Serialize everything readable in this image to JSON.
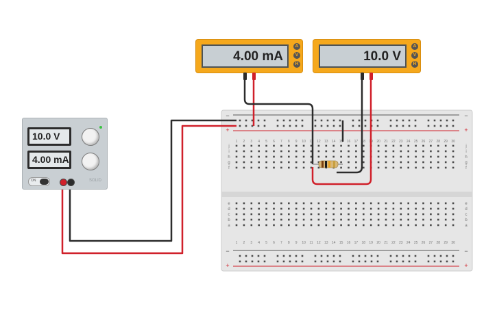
{
  "power_supply": {
    "voltage_display": "10.0 V",
    "current_display": "4.00 mA",
    "switch_label": "ON",
    "brand": "SOLID"
  },
  "ammeter": {
    "reading": "4.00 mA",
    "mode_buttons": [
      "A",
      "V",
      "R"
    ]
  },
  "voltmeter": {
    "reading": "10.0 V",
    "mode_buttons": [
      "A",
      "V",
      "R"
    ]
  },
  "breadboard": {
    "rail_labels": [
      "−",
      "+"
    ],
    "row_letters_top": [
      "a",
      "b",
      "c",
      "d",
      "e"
    ],
    "row_letters_bottom": [
      "f",
      "g",
      "h",
      "i",
      "j"
    ],
    "column_numbers": [
      "1",
      "2",
      "3",
      "4",
      "5",
      "6",
      "7",
      "8",
      "9",
      "10",
      "11",
      "12",
      "13",
      "14",
      "15",
      "16",
      "17",
      "18",
      "19",
      "20",
      "21",
      "22",
      "23",
      "24",
      "25",
      "26",
      "27",
      "28",
      "29",
      "30"
    ]
  },
  "colors": {
    "wire_black": "#2c2c2c",
    "wire_red": "#d0202a",
    "meter_body": "#f5a81c",
    "breadboard": "#e4e4e4"
  }
}
